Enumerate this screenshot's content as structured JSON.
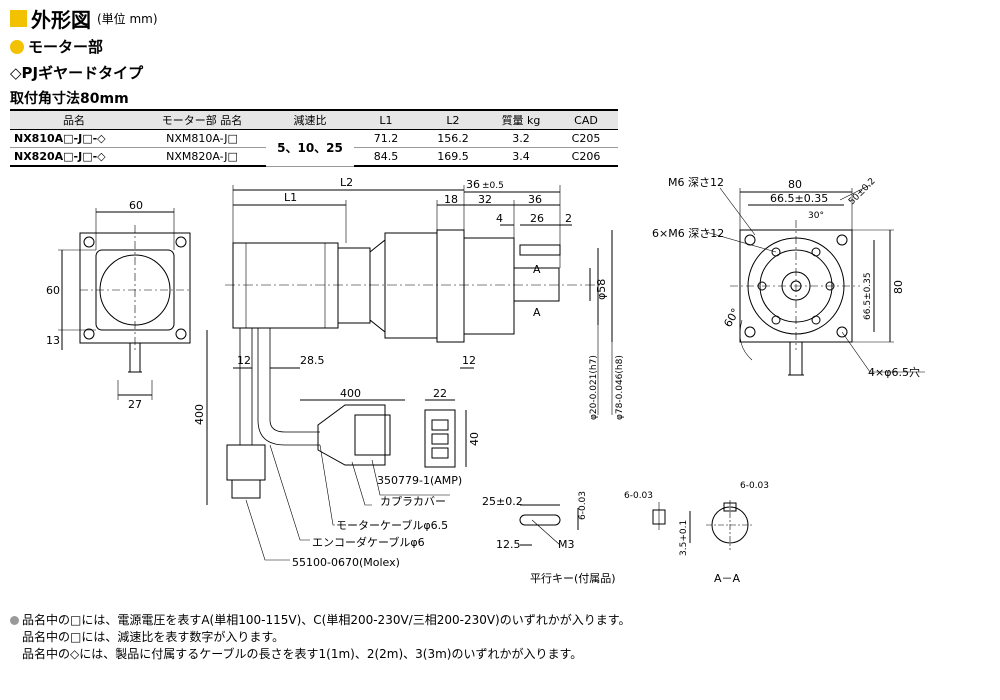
{
  "header": {
    "title": "外形図",
    "unit": "(単位 mm)",
    "section": "モーター部",
    "type": "◇PJギヤードタイプ",
    "mount": "取付角寸法80mm"
  },
  "table": {
    "headers": [
      "品名",
      "モーター部 品名",
      "減速比",
      "L1",
      "L2",
      "質量 kg",
      "CAD"
    ],
    "ratio": "5、10、25",
    "rows": [
      {
        "pn": "NX810A□-J□-◇",
        "motor": "NXM810A-J□",
        "l1": "71.2",
        "l2": "156.2",
        "mass": "3.2",
        "cad": "C205"
      },
      {
        "pn": "NX820A□-J□-◇",
        "motor": "NXM820A-J□",
        "l1": "84.5",
        "l2": "169.5",
        "mass": "3.4",
        "cad": "C206"
      }
    ]
  },
  "drawing": {
    "dims": {
      "d60_top": "60",
      "d60_side": "60",
      "d13": "13",
      "d27": "27",
      "l2": "L2",
      "l1": "L1",
      "d36a": "36",
      "d36a_tol": "±0.5",
      "d18": "18",
      "d32": "32",
      "d36b": "36",
      "d4": "4",
      "d26": "26",
      "d2": "2",
      "d12a": "12",
      "d28_5": "28.5",
      "d12b": "12",
      "d400a": "400",
      "d400b": "400",
      "d22": "22",
      "d40": "40",
      "phi58": "φ58",
      "phi20": "φ20-0.021(h7)",
      "phi78": "φ78-0.046(h8)",
      "d80a": "80",
      "d66_5a": "66.5±0.35",
      "d50": "50±0.2",
      "d30deg": "30°",
      "d66_5b": "66.5±0.35",
      "d80b": "80",
      "d60deg": "60°",
      "d25": "25±0.2",
      "d6a": "6-0.03",
      "d12_5": "12.5",
      "m3": "M3",
      "d6b": "6-0.03",
      "d3_5": "3.5+0.1",
      "d6c": "6-0.03",
      "sectA": "A"
    },
    "callouts": {
      "m6": "M6 深さ12",
      "m6x6": "6×M6 深さ12",
      "holes": "4×φ6.5穴",
      "amp": "350779-1(AMP)",
      "cover": "カプラカバー",
      "motor_cable": "モーターケーブルφ6.5",
      "encoder_cable": "エンコーダケーブルφ6",
      "molex": "55100-0670(Molex)",
      "key": "平行キー(付属品)",
      "aa": "A－A"
    }
  },
  "notes": [
    "品名中の□には、電源電圧を表すA(単相100-115V)、C(単相200-230V/三相200-230V)のいずれかが入ります。",
    "品名中の□には、減速比を表す数字が入ります。",
    "品名中の◇には、製品に付属するケーブルの長さを表す1(1m)、2(2m)、3(3m)のいずれかが入ります。"
  ]
}
